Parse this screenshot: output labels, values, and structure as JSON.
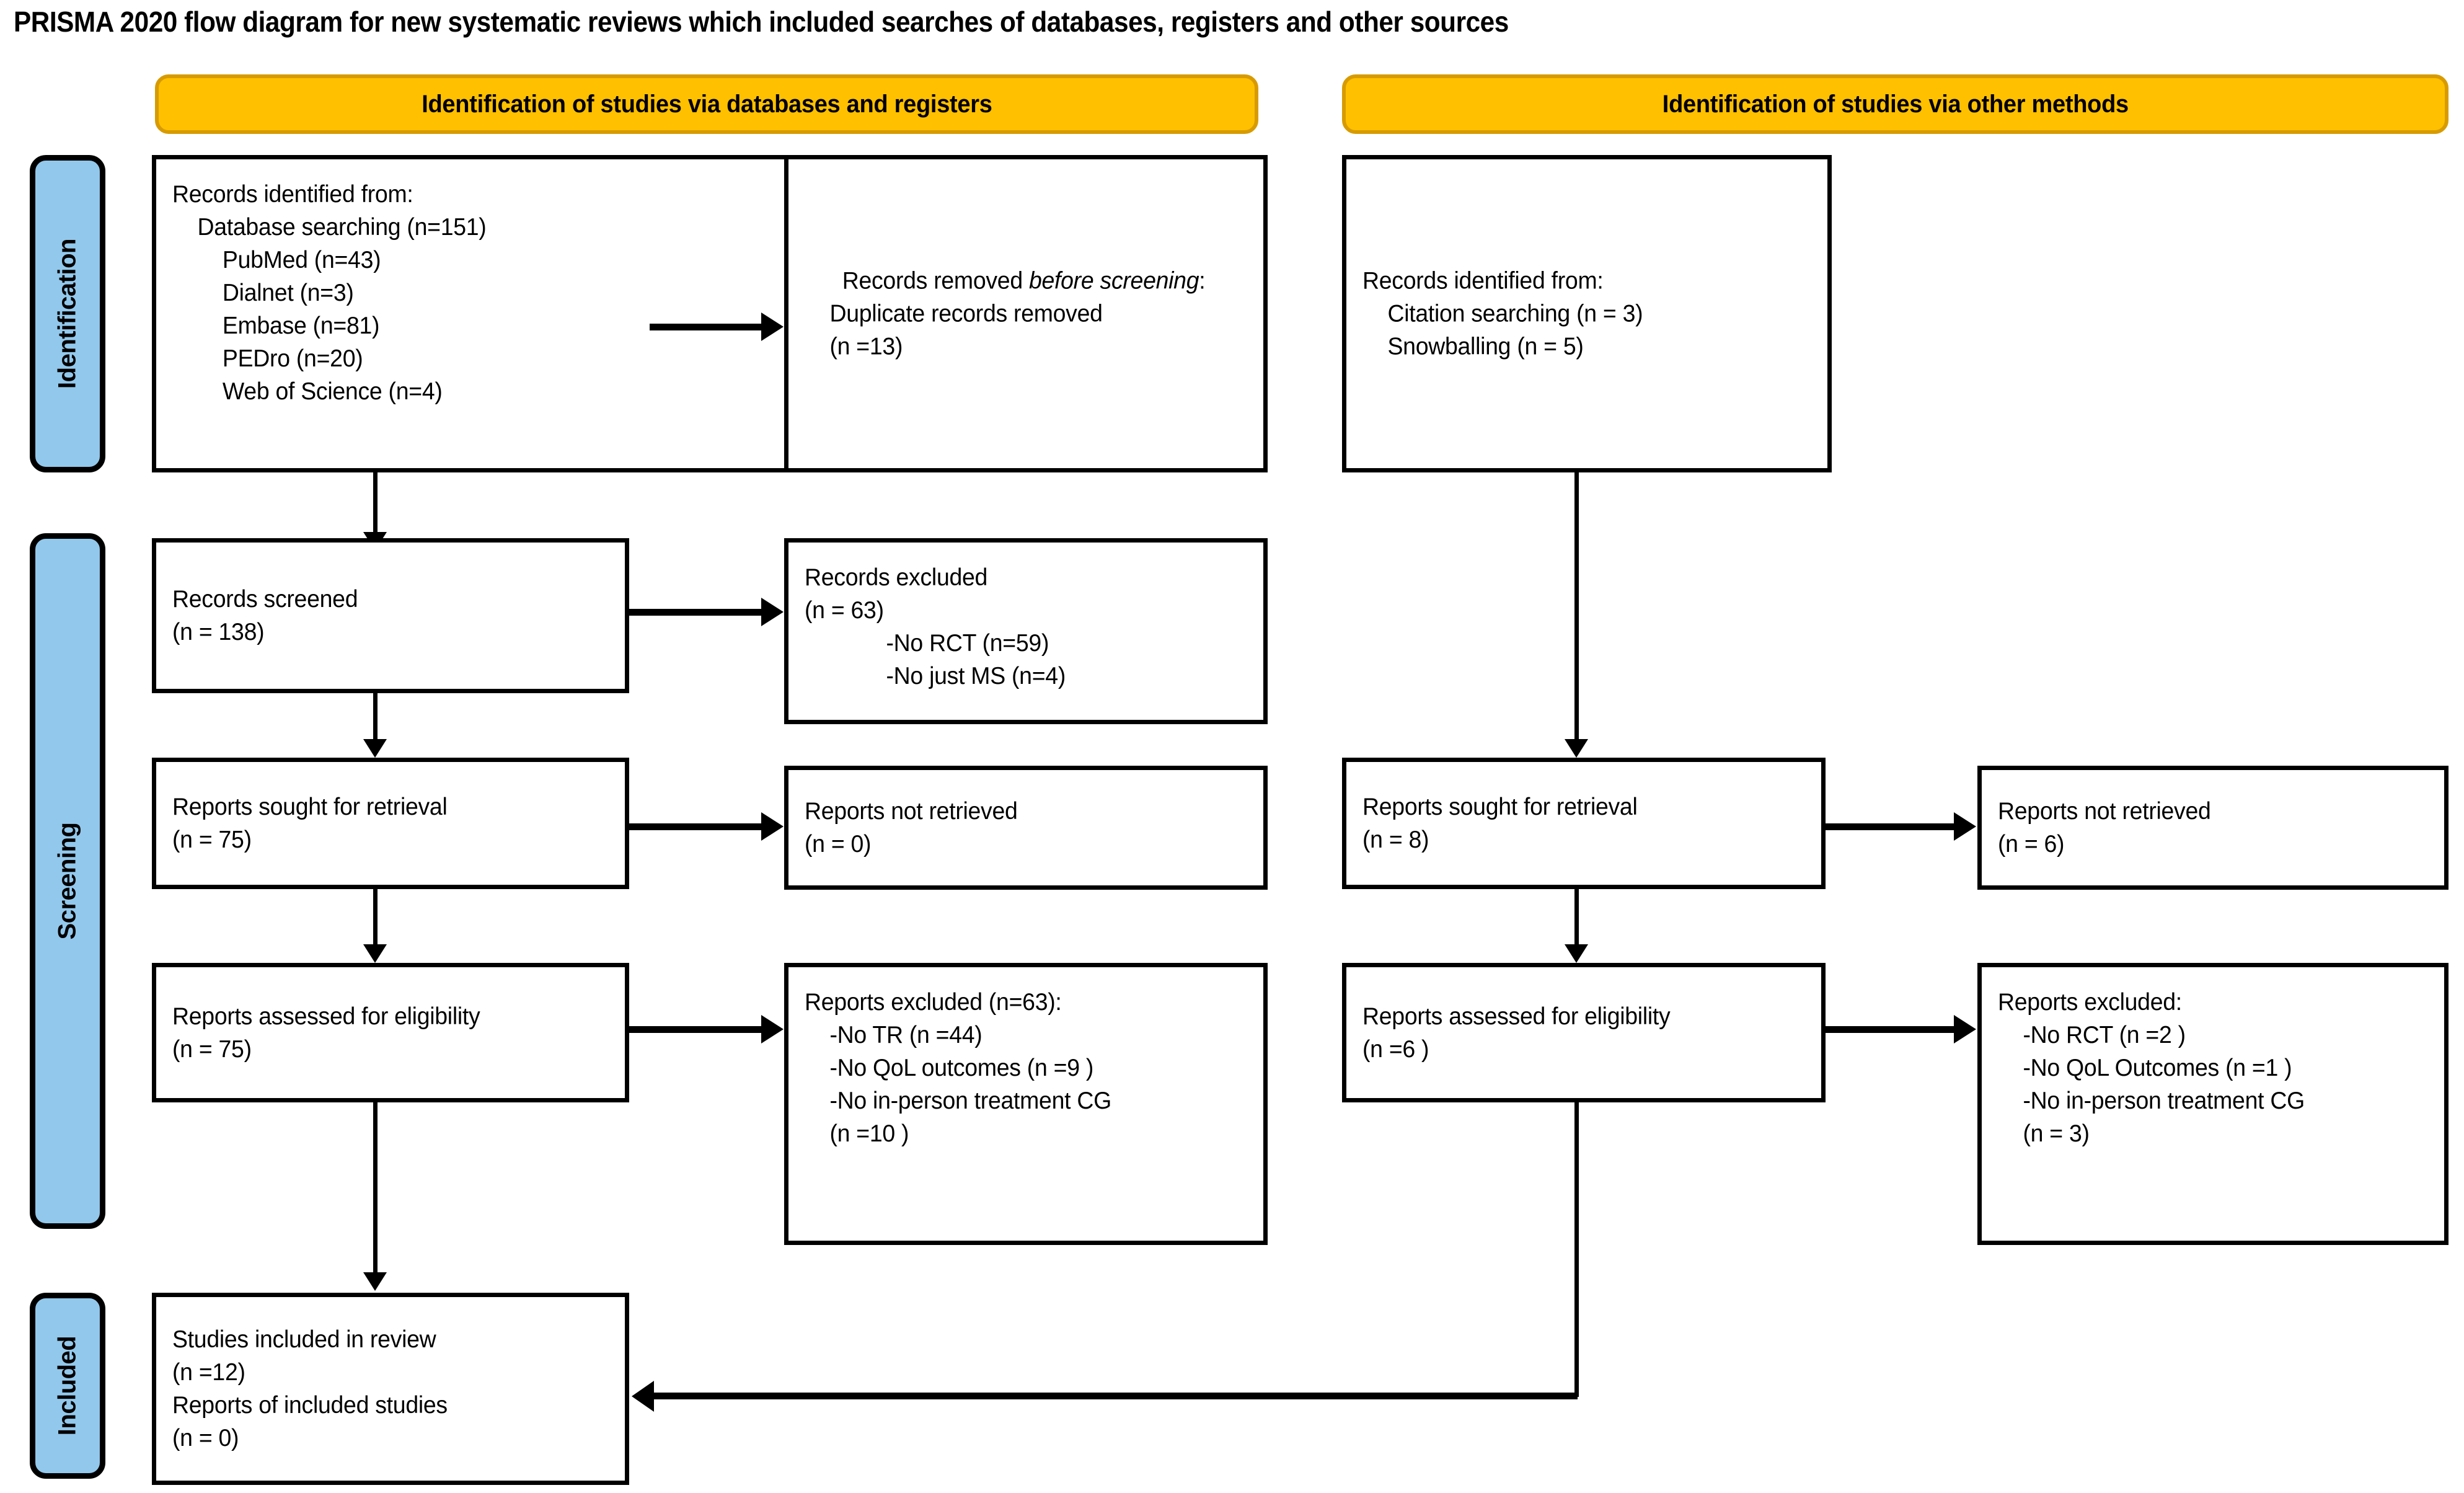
{
  "title": "PRISMA 2020 flow diagram for new systematic reviews which included searches of databases, registers and other sources",
  "stages": [
    {
      "id": "identification",
      "label": "Identification"
    },
    {
      "id": "screening",
      "label": "Screening"
    },
    {
      "id": "included",
      "label": "Included"
    }
  ],
  "banners": [
    {
      "id": "databases-registers",
      "label": "Identification of studies via databases and registers"
    },
    {
      "id": "other-methods",
      "label": "Identification of studies via other methods"
    }
  ],
  "colors": {
    "banner_fill": "#FFC000",
    "banner_border": "#D79B00",
    "stage_fill": "#92C8EC",
    "box_border": "#000000",
    "box_fill": "#FFFFFF",
    "text": "#000000"
  },
  "boxes": {
    "records_identified_db": {
      "lines": [
        "Records identified from:",
        "    Database searching (n=151)",
        "        PubMed (n=43)",
        "        Dialnet (n=3)",
        "        Embase (n=81)",
        "        PEDro (n=20)",
        "        Web of Science (n=4)"
      ]
    },
    "records_removed": {
      "pre_italic": "Records removed ",
      "italic": "before screening",
      "post_italic": ":",
      "rest": "\n    Duplicate records removed\n    (n =13)"
    },
    "records_screened": {
      "lines": [
        "Records screened",
        "(n = 138)"
      ]
    },
    "records_excluded": {
      "lines": [
        "Records excluded",
        "(n = 63)",
        "             -No RCT (n=59)",
        "             -No just MS (n=4)"
      ]
    },
    "reports_sought_db": {
      "lines": [
        "Reports sought for retrieval",
        "(n = 75)"
      ]
    },
    "reports_not_retrieved_db": {
      "lines": [
        "Reports not retrieved",
        "(n = 0)"
      ]
    },
    "reports_assessed_db": {
      "lines": [
        "Reports assessed for eligibility",
        "(n = 75)"
      ]
    },
    "reports_excluded_db": {
      "lines": [
        "Reports excluded (n=63):",
        "    -No TR (n =44)",
        "    -No QoL outcomes (n =9 )",
        "    -No in-person treatment CG",
        "    (n =10 )"
      ]
    },
    "records_identified_other": {
      "lines": [
        "Records identified from:",
        "    Citation searching (n = 3)",
        "    Snowballing (n = 5)"
      ]
    },
    "reports_sought_other": {
      "lines": [
        "Reports sought for retrieval",
        "(n = 8)"
      ]
    },
    "reports_not_retrieved_other": {
      "lines": [
        "Reports not retrieved",
        "(n = 6)"
      ]
    },
    "reports_assessed_other": {
      "lines": [
        "Reports assessed for eligibility",
        "(n =6 )"
      ]
    },
    "reports_excluded_other": {
      "lines": [
        "Reports excluded:",
        "    -No RCT (n =2 )",
        "    -No QoL Outcomes (n =1 )",
        "    -No in-person treatment CG",
        "    (n = 3)"
      ]
    },
    "studies_included": {
      "lines": [
        "Studies included in review",
        "(n =12)",
        "Reports of included studies",
        "(n = 0)"
      ]
    }
  }
}
